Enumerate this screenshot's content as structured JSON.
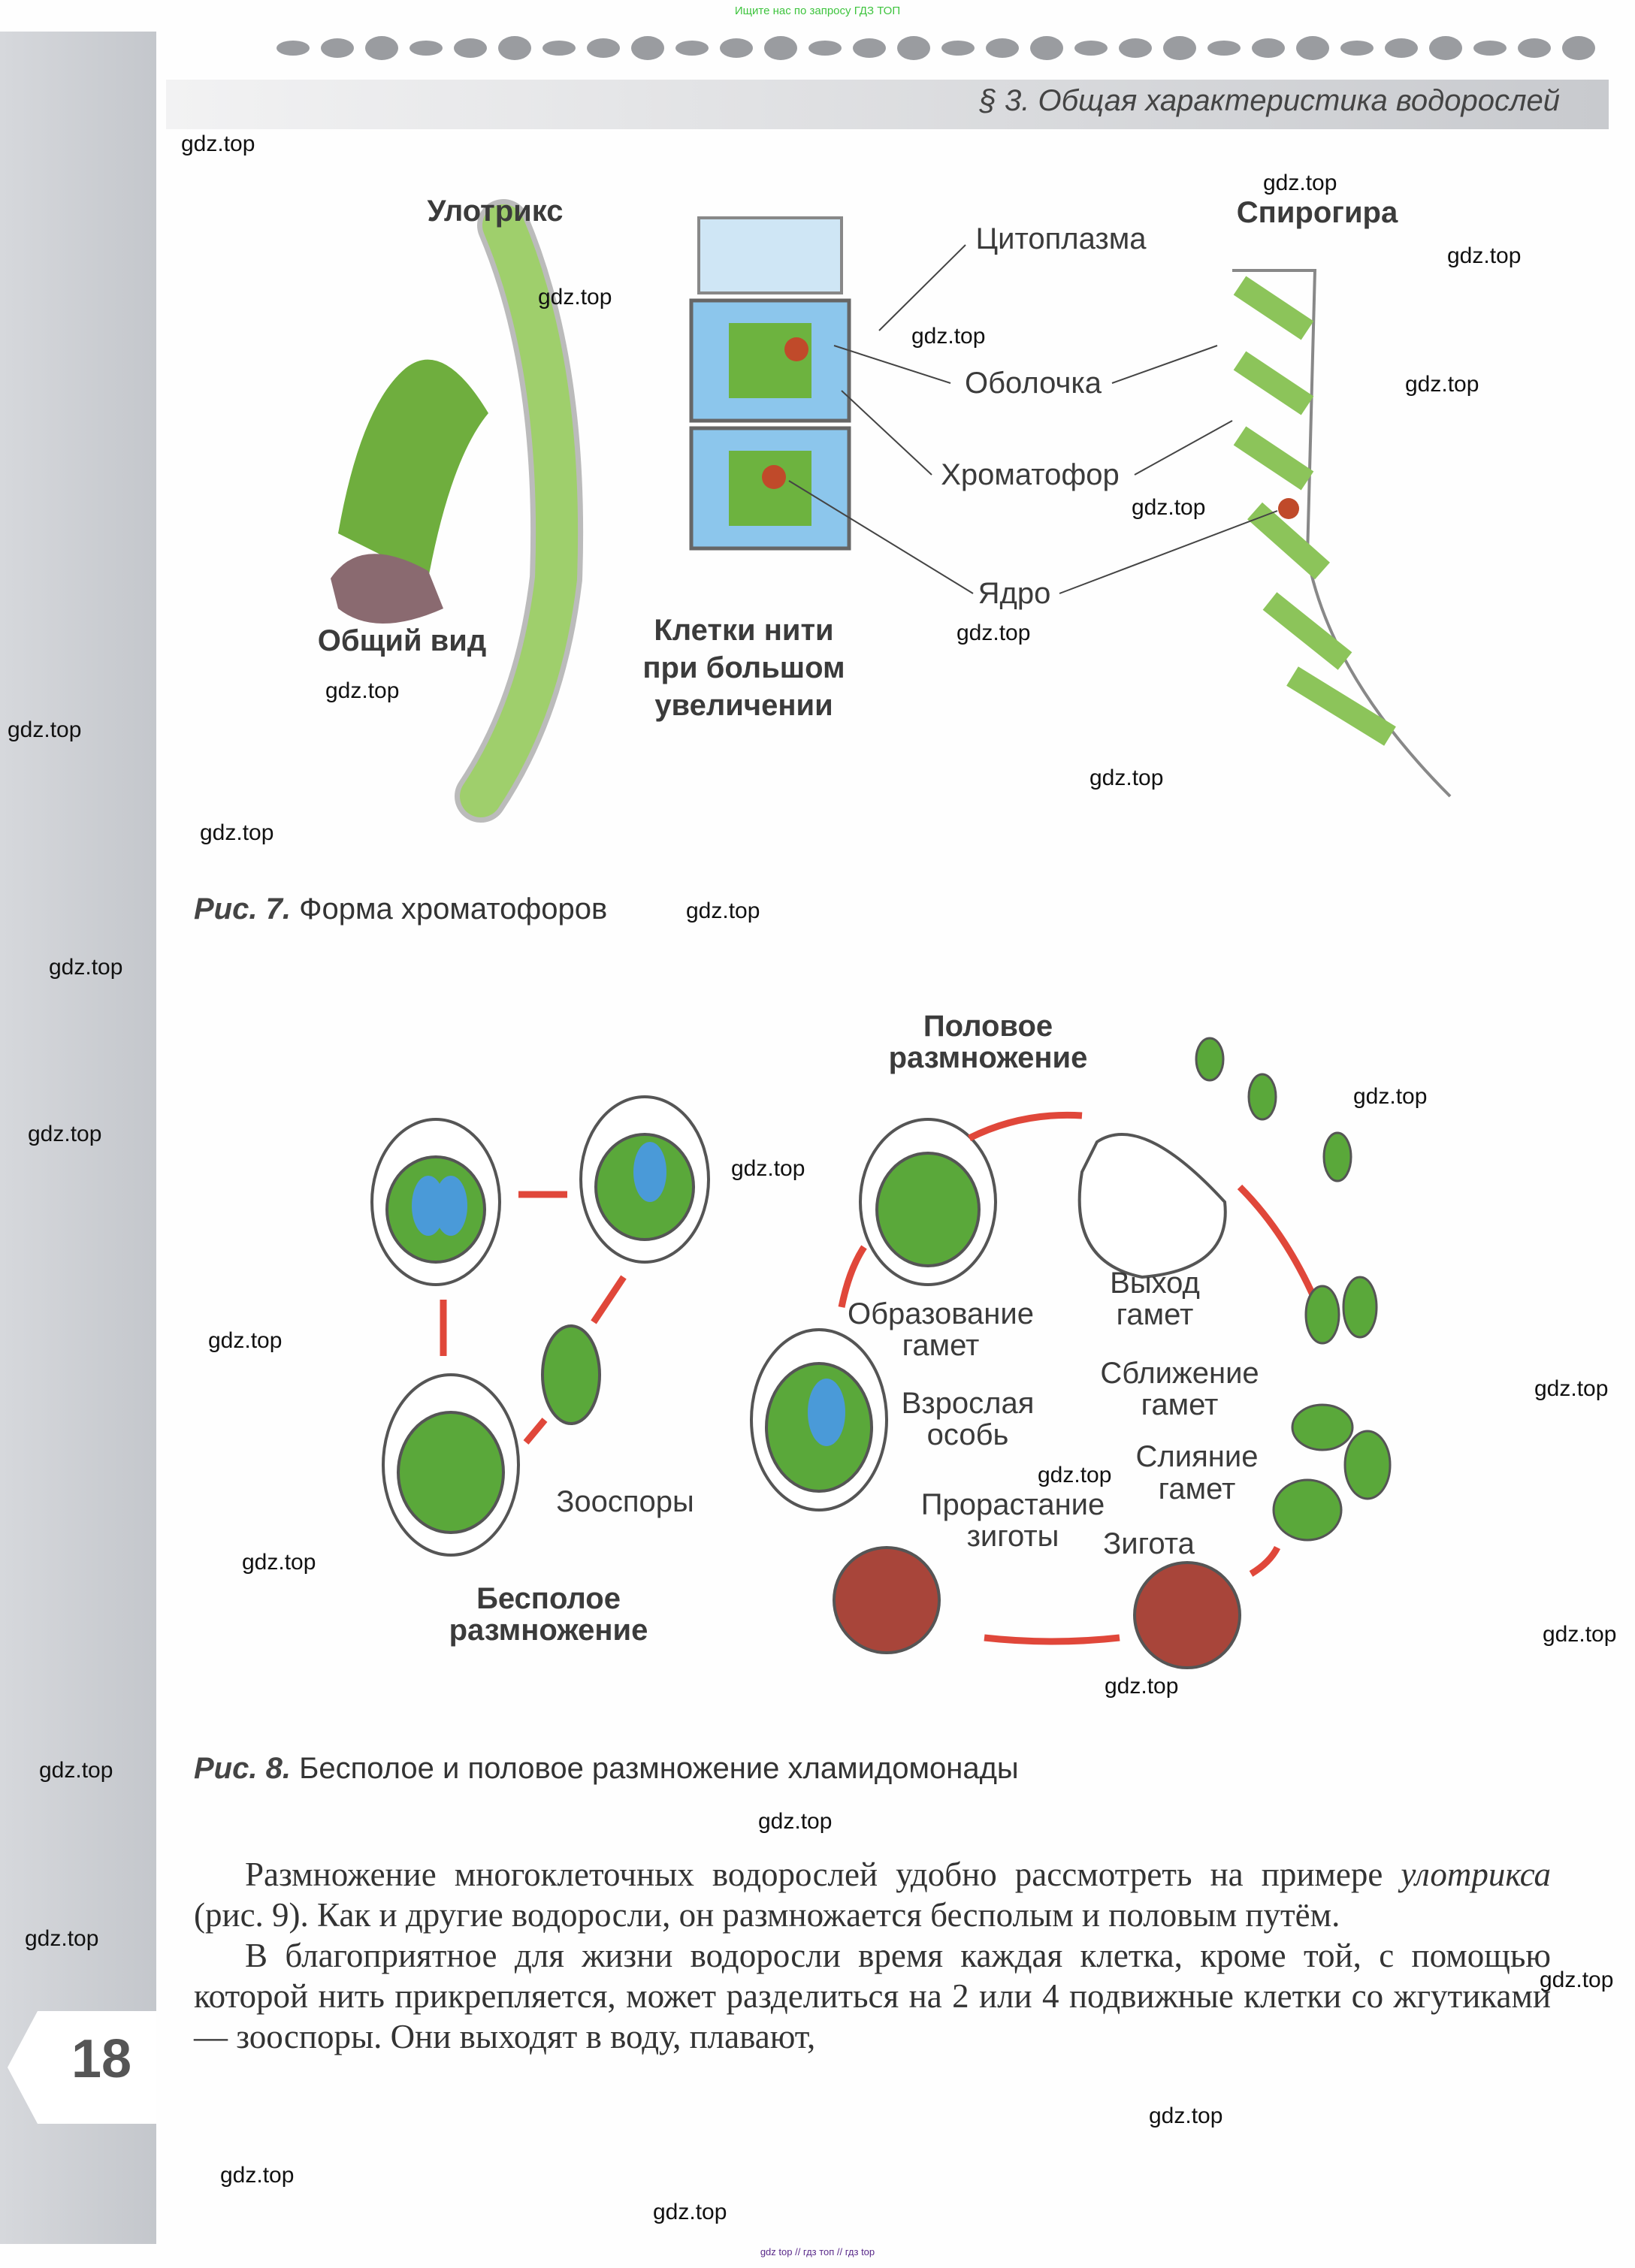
{
  "top_note": "Ищите нас по запросу ГДЗ ТОП",
  "bottom_note": "gdz top  //  гдз топ  //  гдз top",
  "header": {
    "title": "§ 3. Общая характеристика водорослей"
  },
  "figure7": {
    "labels": {
      "ulothrix": "Улотрикс",
      "general_view": "Общий вид",
      "cells_line1": "Клетки нити",
      "cells_line2": "при большом",
      "cells_line3": "увеличении",
      "cytoplasm": "Цитоплазма",
      "membrane": "Оболочка",
      "chromatophore": "Хроматофор",
      "nucleus": "Ядро",
      "spirogyra": "Спирогира"
    },
    "caption_num": "Рис. 7.",
    "caption_text": "Форма хроматофоров"
  },
  "figure8": {
    "labels": {
      "sexual_1": "Половое",
      "sexual_2": "размножение",
      "gamete_formation_1": "Образование",
      "gamete_formation_2": "гамет",
      "gamete_exit_1": "Выход",
      "gamete_exit_2": "гамет",
      "gamete_approach_1": "Сближение",
      "gamete_approach_2": "гамет",
      "adult_1": "Взрослая",
      "adult_2": "особь",
      "gamete_fusion_1": "Слияние",
      "gamete_fusion_2": "гамет",
      "zoospores": "Зооспоры",
      "zygote_germ_1": "Прорастание",
      "zygote_germ_2": "зиготы",
      "zygote": "Зигота",
      "asexual_1": "Бесполое",
      "asexual_2": "размножение"
    },
    "caption_num": "Рис. 8.",
    "caption_text": "Бесполое и половое размножение хламидомонады"
  },
  "body": {
    "p1_a": "Размножение многоклеточных водорослей удобно рассмотреть на приме­ре ",
    "p1_em": "улотрикса",
    "p1_b": " (рис. 9). Как и другие водоросли, он размножается бесполым и половым путём.",
    "p2": "В благоприятное для жизни водоросли время каждая клетка, кроме той, с помощью которой нить прикрепляется, может разделиться на 2 или 4 по­движные клетки со жгутиками — зооспоры. Они выходят в воду, плавают,"
  },
  "page_number": "18",
  "watermark": "gdz.top",
  "colors": {
    "green": "#5aa83a",
    "light_green": "#a9d27a",
    "blue": "#4a9ad8",
    "red_arrow": "#e0473a",
    "zygote": "#a8453a"
  }
}
